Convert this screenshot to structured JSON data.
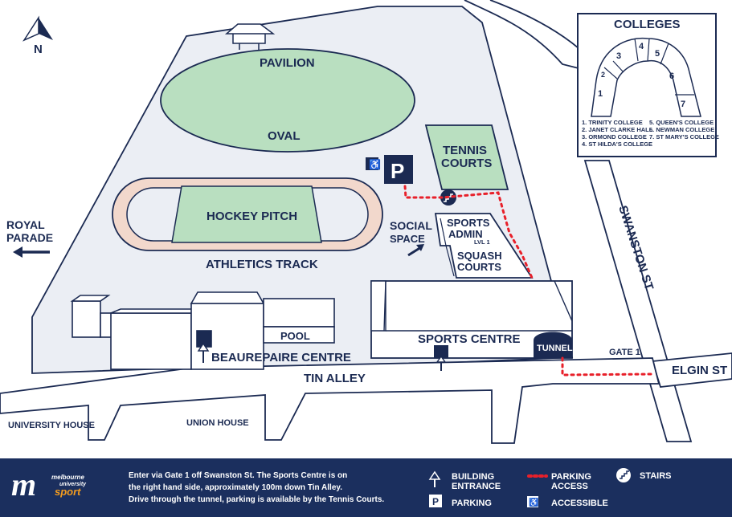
{
  "north": "N",
  "labels": {
    "pavilion": "PAVILION",
    "oval": "OVAL",
    "hockey_pitch": "HOCKEY PITCH",
    "athletics_track": "ATHLETICS TRACK",
    "tennis_line1": "TENNIS",
    "tennis_line2": "COURTS",
    "social_line1": "SOCIAL",
    "social_line2": "SPACE",
    "sports_admin_line1": "SPORTS",
    "sports_admin_line2": "ADMIN",
    "level": "LVL 1",
    "squash_line1": "SQUASH",
    "squash_line2": "COURTS",
    "royal_line1": "ROYAL",
    "royal_line2": "PARADE",
    "pool": "POOL",
    "beaurepaire": "BEAUREPAIRE CENTRE",
    "sports_centre": "SPORTS CENTRE",
    "tunnel": "TUNNEL",
    "gate": "GATE 1",
    "tin_alley": "TIN ALLEY",
    "elgin": "ELGIN ST",
    "swanston": "SWANSTON ST",
    "university_house": "UNIVERSITY HOUSE",
    "union_house": "UNION HOUSE",
    "parking_symbol": "P"
  },
  "colleges": {
    "title": "COLLEGES",
    "numbers": [
      "1",
      "2",
      "3",
      "4",
      "5",
      "6",
      "7"
    ],
    "legend_left": [
      "1. TRINITY COLLEGE",
      "2. JANET CLARKE HALL",
      "3. ORMOND COLLEGE",
      "4. ST HILDA'S COLLEGE"
    ],
    "legend_right": [
      "5. QUEEN'S COLLEGE",
      "6. NEWMAN COLLEGE",
      "7. ST MARY'S COLLEGE"
    ]
  },
  "footer": {
    "logo_main": "m",
    "logo_sub1": "melbourne",
    "logo_sub2": "university",
    "logo_sub3": "sport",
    "description": [
      "Enter via Gate 1 off Swanston St. The Sports Centre is on",
      "the right hand side, approximately 100m down Tin Alley.",
      "Drive through the tunnel, parking is available by the Tennis Courts."
    ],
    "legend": {
      "building_entrance_line1": "BUILDING",
      "building_entrance_line2": "ENTRANCE",
      "parking_access_line1": "PARKING",
      "parking_access_line2": "ACCESS",
      "stairs": "STAIRS",
      "parking": "PARKING",
      "accessible": "ACCESSIBLE",
      "parking_symbol": "P"
    }
  },
  "colors": {
    "navy": "#1b2a52",
    "field_green": "#b9dfc0",
    "track": "#f2d8cc",
    "ground": "#ebeef4",
    "parking_route": "#e8202a",
    "footer_bg": "#1b2f5e",
    "logo_orange": "#f39c1f"
  }
}
